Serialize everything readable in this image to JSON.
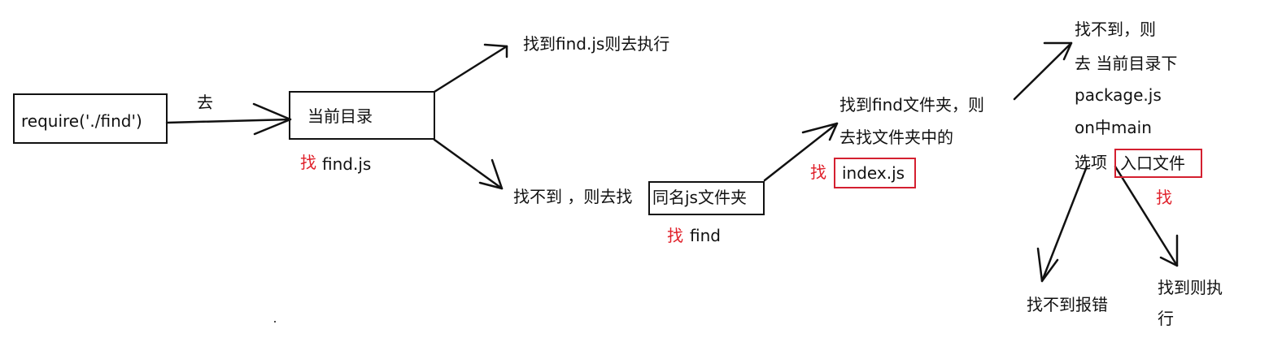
{
  "diagram": {
    "start_box": "require('./find')",
    "go_label": "去",
    "current_dir_box": "当前目录",
    "find_prefix_1": "找",
    "find_target_1": "find.js",
    "found_execute": "找到find.js则去执行",
    "not_found_text": "找不到 ，则去找",
    "same_name_box": "同名js文件夹",
    "find_prefix_2": "找",
    "find_target_2": "find",
    "found_folder_line1": "找到find文件夹，则",
    "found_folder_line2": "去找文件夹中的",
    "find_prefix_3": "找",
    "index_box": "index.js",
    "pkg_line1": "找不到，则",
    "pkg_line2": "去 当前目录下",
    "pkg_line3": "package.js",
    "pkg_line4": "on中main",
    "pkg_line5": "选项",
    "entry_box": "入口文件",
    "find_prefix_4": "找",
    "not_found_error": "找不到报错",
    "found_exec_line1": "找到则执",
    "found_exec_line2": "行"
  }
}
